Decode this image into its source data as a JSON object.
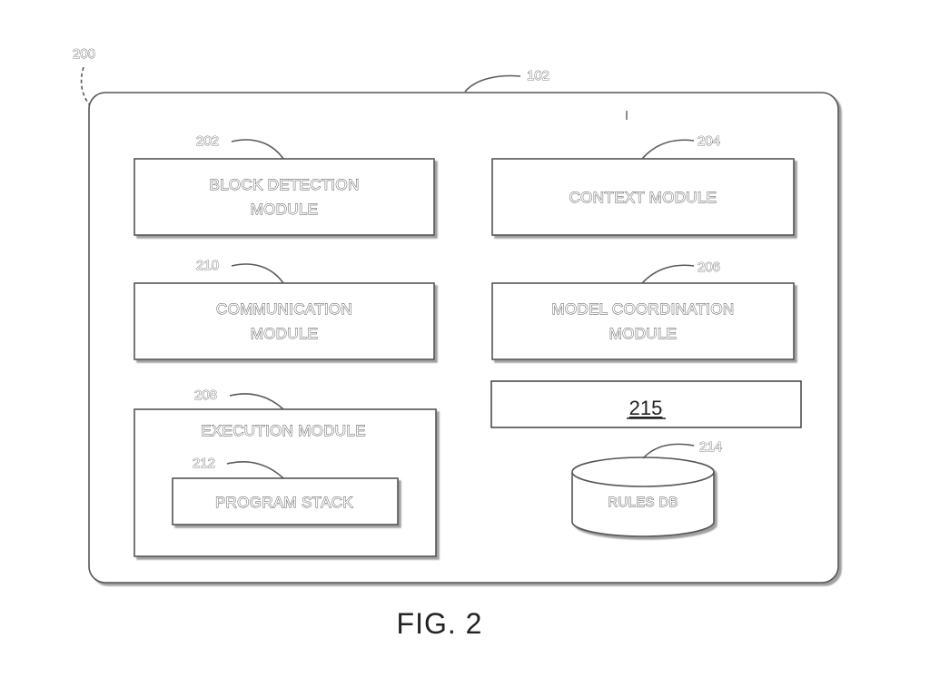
{
  "figure": {
    "caption": "FIG. 2",
    "refs": {
      "system": "200",
      "device": "102"
    }
  },
  "modules": {
    "block_detection": {
      "ref": "202",
      "lines": [
        "BLOCK DETECTION",
        "MODULE"
      ]
    },
    "context": {
      "ref": "204",
      "lines": [
        "CONTEXT MODULE"
      ]
    },
    "communication": {
      "ref": "210",
      "lines": [
        "COMMUNICATION",
        "MODULE"
      ]
    },
    "model_coordination": {
      "ref": "206",
      "lines": [
        "MODEL COORDINATION",
        "MODULE"
      ]
    },
    "execution": {
      "ref": "208",
      "label": "EXECUTION MODULE"
    },
    "program_stack": {
      "ref": "212",
      "label": "PROGRAM STACK"
    },
    "component_215": {
      "label": "215"
    },
    "rules_db": {
      "ref": "214",
      "label": "RULES DB"
    }
  }
}
